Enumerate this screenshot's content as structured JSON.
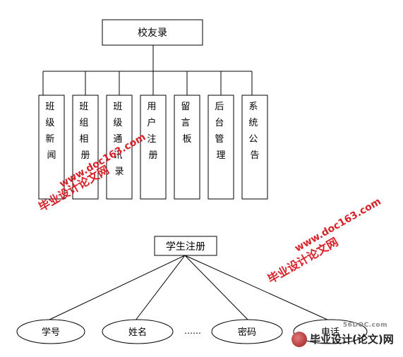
{
  "top": {
    "root": "校友录",
    "children": [
      [
        "班",
        "级",
        "新",
        "闻"
      ],
      [
        "班",
        "组",
        "相",
        "册"
      ],
      [
        "班",
        "级",
        "通",
        "讯",
        "录"
      ],
      [
        "用",
        "户",
        "注",
        "册"
      ],
      [
        "留",
        "言",
        "板"
      ],
      [
        "后",
        "台",
        "管",
        "理"
      ],
      [
        "系",
        "统",
        "公",
        "告"
      ]
    ]
  },
  "bottom": {
    "root": "学生注册",
    "leaves": [
      "学号",
      "姓名",
      "密码",
      "电话"
    ],
    "ellipsis": "……"
  },
  "watermarks": {
    "site_cn": "毕业设计论文网",
    "site_url": "www.doc163.com"
  },
  "logo": {
    "top_text": "56DOC.com",
    "text": "毕业设计(论文)网"
  },
  "colors": {
    "line": "#000000",
    "watermark": "#d8222a"
  }
}
